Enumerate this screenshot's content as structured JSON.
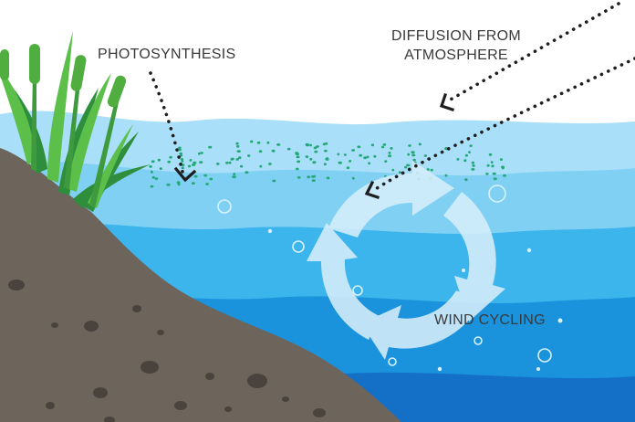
{
  "labels": {
    "photosynthesis": "PHOTOSYNTHESIS",
    "diffusion_line1": "DIFFUSION FROM",
    "diffusion_line2": "ATMOSPHERE",
    "wind_cycling": "WIND CYCLING"
  },
  "icons": {
    "photosynthesis_arrow": "dotted-arrow-icon",
    "diffusion_arrow_upper": "dotted-arrow-icon",
    "diffusion_arrow_lower": "dotted-arrow-icon",
    "cycle": "circular-cycle-arrows-icon",
    "plants": "cattail-reed-icon"
  },
  "colors": {
    "label_text": "#3a3a3a",
    "dotted_arrow": "#1e1e1e",
    "oxygen_dots": "#25a879",
    "water_surface": "#a9dff8",
    "water_upper": "#7fd0f3",
    "water_middle": "#3cb4ec",
    "water_lower": "#1a93dc",
    "water_deep": "#1470c6",
    "shore": "#6d645b",
    "plant_light": "#5bbf4a",
    "plant_dark": "#2e8e3c",
    "cycle_arrows": "#d6eefb"
  }
}
